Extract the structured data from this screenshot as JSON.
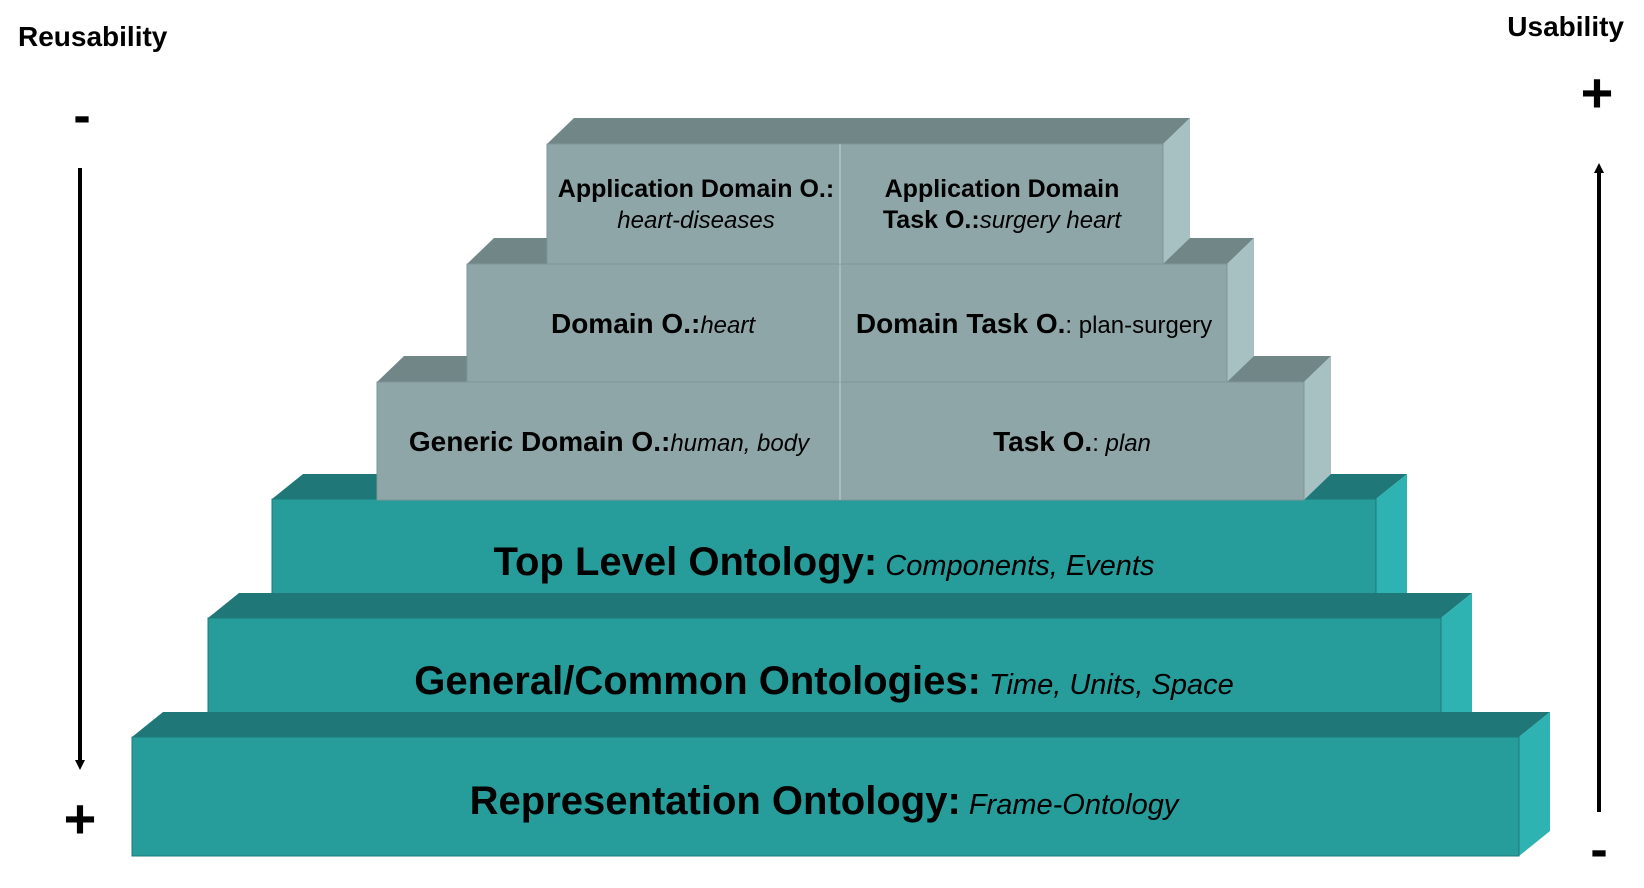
{
  "axes": {
    "left": {
      "label": "Reusability",
      "top_sign": "-",
      "bottom_sign": "+"
    },
    "right": {
      "label": "Usability",
      "top_sign": "+",
      "bottom_sign": "-"
    }
  },
  "colors": {
    "teal_front": "#269c9b",
    "teal_top": "#1f7877",
    "teal_side": "#2fb3b2",
    "grey_front": "#8fa6a8",
    "grey_top": "#718687",
    "grey_side": "#a7c1c2",
    "line": "#000000"
  },
  "levels": [
    {
      "id": "application",
      "left": {
        "line1": "Application Domain O.:",
        "line2": "heart-diseases"
      },
      "right": {
        "line1": "Application Domain",
        "line2_bold": "Task O.:",
        "line2_italic": "surgery heart"
      }
    },
    {
      "id": "domain",
      "left": {
        "bold": "Domain O.:",
        "italic": "heart"
      },
      "right": {
        "bold": "Domain Task O.",
        "normal": ": plan-surgery"
      }
    },
    {
      "id": "generic",
      "left": {
        "bold": "Generic Domain O.:",
        "italic": "human, body"
      },
      "right": {
        "bold": "Task O.",
        "normal": ": ",
        "italic": "plan"
      }
    },
    {
      "id": "top-level",
      "bold": "Top Level Ontology:",
      "italic": "Components, Events"
    },
    {
      "id": "general",
      "bold": "General/Common Ontologies:",
      "italic": "Time, Units, Space"
    },
    {
      "id": "representation",
      "bold": "Representation Ontology:",
      "italic": "Frame-Ontology"
    }
  ]
}
